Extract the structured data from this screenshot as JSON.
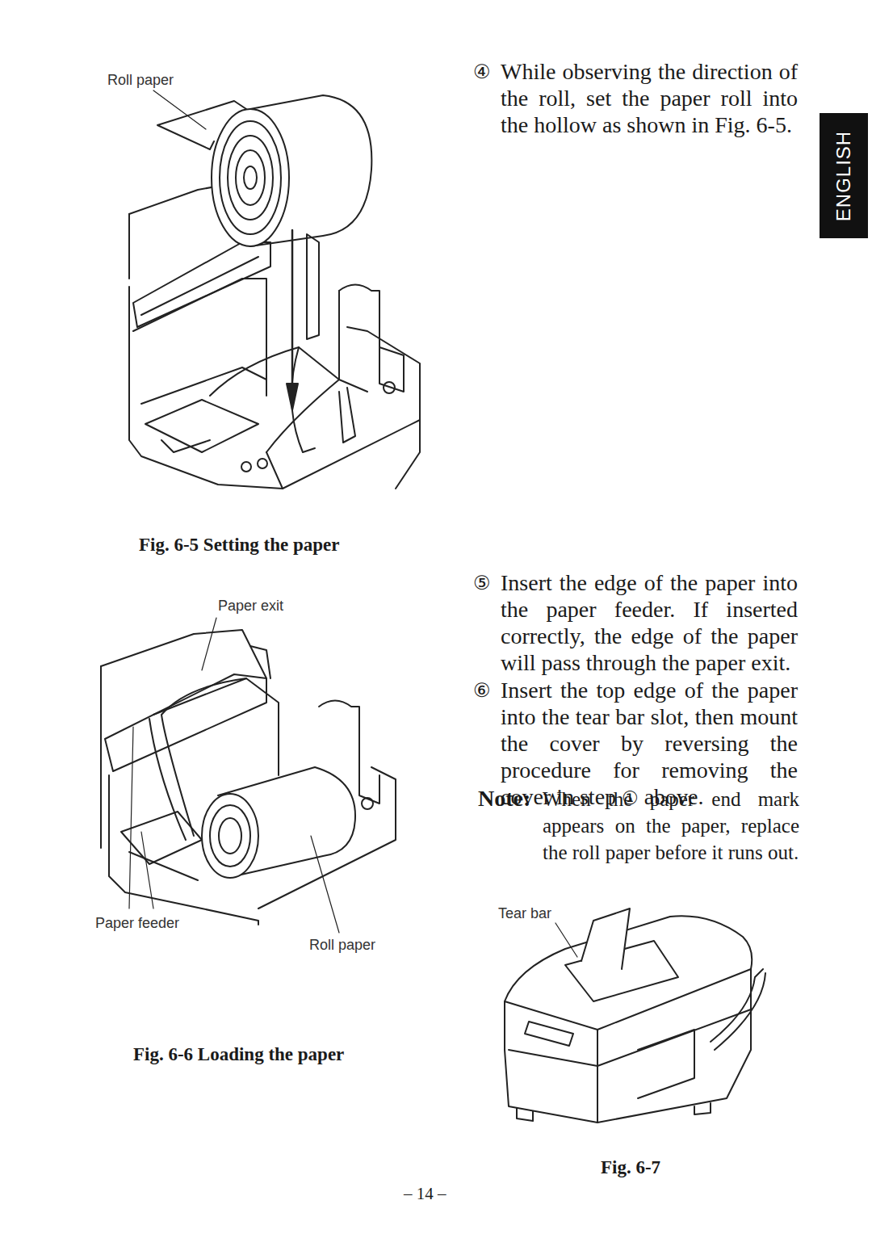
{
  "diagram": {
    "nodes": [
      {
        "text": [
          "ENGLISH"
        ]
      }
    ],
    "labels": [
      "Roll paper",
      "④",
      "While observing the direction of the roll, set the paper roll into the hollow as shown in Fig. 6-5.",
      "Fig. 6-5 Setting the paper",
      "Paper exit",
      "⑤",
      "Insert the edge of the paper into the paper feeder. If inserted correctly, the edge of the paper will pass through the paper exit.",
      "⑥",
      "Insert the top edge of the paper into the tear bar slot, then mount the cover by reversing the procedure for removing the cover in step",
      "①",
      "above.",
      "Note:",
      "When the paper end mark appears on the paper, replace the roll paper before it runs out.",
      "Tear bar",
      "Paper feeder",
      "Roll paper",
      "Fig. 6-6 Loading the paper",
      "Fig. 6-7",
      "– 14 –"
    ]
  }
}
